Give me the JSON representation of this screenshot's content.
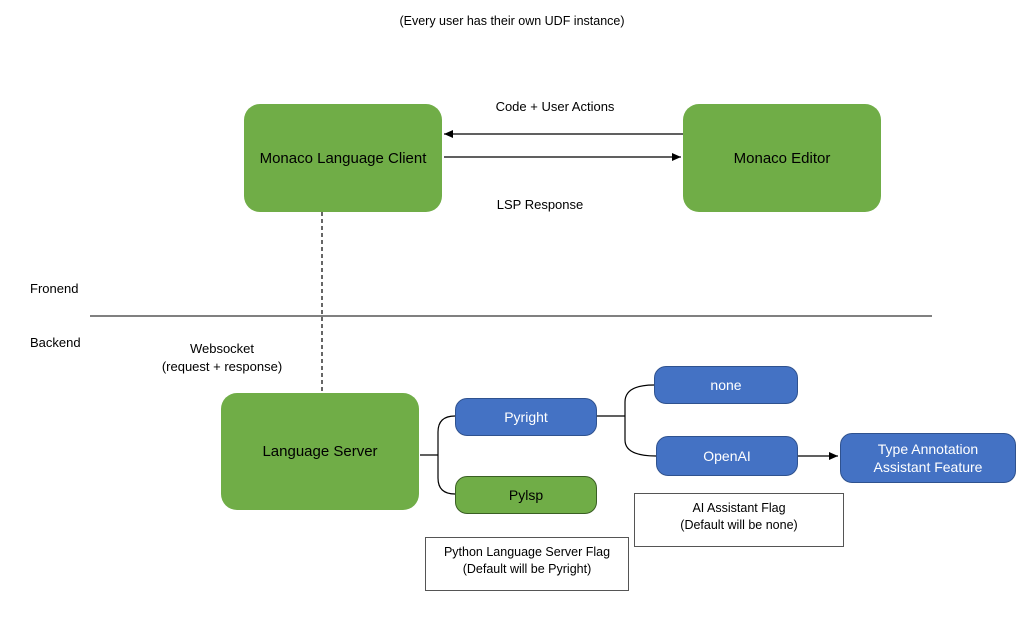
{
  "header_note": "(Every user has their own UDF instance)",
  "nodes": {
    "monaco_client": "Monaco Language Client",
    "monaco_editor": "Monaco Editor",
    "language_server": "Language Server",
    "pyright": "Pyright",
    "pylsp": "Pylsp",
    "none": "none",
    "openai": "OpenAI",
    "type_annotation": "Type Annotation\nAssistant Feature"
  },
  "edge_labels": {
    "code_user_actions": "Code + User Actions",
    "lsp_response": "LSP Response",
    "websocket_line1": "Websocket",
    "websocket_line2": "(request + response)"
  },
  "sections": {
    "frontend": "Fronend",
    "backend": "Backend"
  },
  "notes": {
    "ai_flag_line1": "AI Assistant Flag",
    "ai_flag_line2": "(Default will be none)",
    "python_flag_line1": "Python Language Server Flag",
    "python_flag_line2": "(Default will be Pyright)"
  },
  "colors": {
    "green": "#70ad47",
    "blue": "#4472c4"
  }
}
